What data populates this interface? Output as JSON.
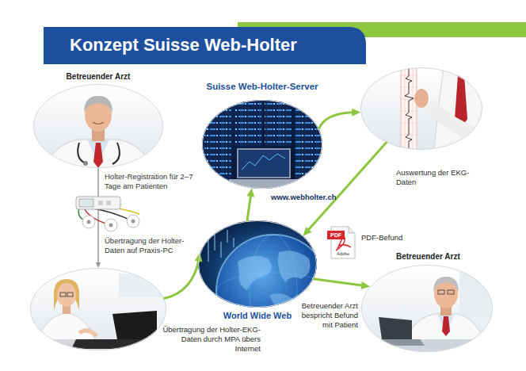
{
  "diagram": {
    "title": "Konzept Suisse Web-Holter",
    "nodes": [
      {
        "text": [
          "Betreuender Arzt"
        ]
      },
      {
        "text": [
          "Übertragung der Holter-EKG-Daten durch MPA übers Internet"
        ]
      },
      {
        "text": [
          "World Wide Web"
        ]
      },
      {
        "text": [
          "Suisse Web-Holter-Server",
          "www.webholter.ch"
        ]
      },
      {
        "text": [
          "Auswertung der EKG-Daten"
        ]
      },
      {
        "text": [
          "PDF",
          "Adobe",
          "PDF-Befund"
        ]
      },
      {
        "text": [
          "Betreuender Arzt",
          "Betreuender Arzt bespricht Befund mit Patient"
        ]
      }
    ],
    "edges": [
      {
        "from": 0,
        "to": 1,
        "arrow": "to"
      },
      {
        "from": 1,
        "to": 2,
        "arrow": "to"
      },
      {
        "from": 2,
        "to": 3,
        "arrow": "to"
      },
      {
        "from": 3,
        "to": 4,
        "arrow": "to"
      },
      {
        "from": 4,
        "to": 2,
        "arrow": "to"
      },
      {
        "from": 2,
        "to": 6,
        "arrow": "to"
      }
    ],
    "labels": [
      "Holter-Registration für 2–7 Tage am Patienten",
      "Übertragung der Holter-Daten auf Praxis-PC"
    ]
  }
}
